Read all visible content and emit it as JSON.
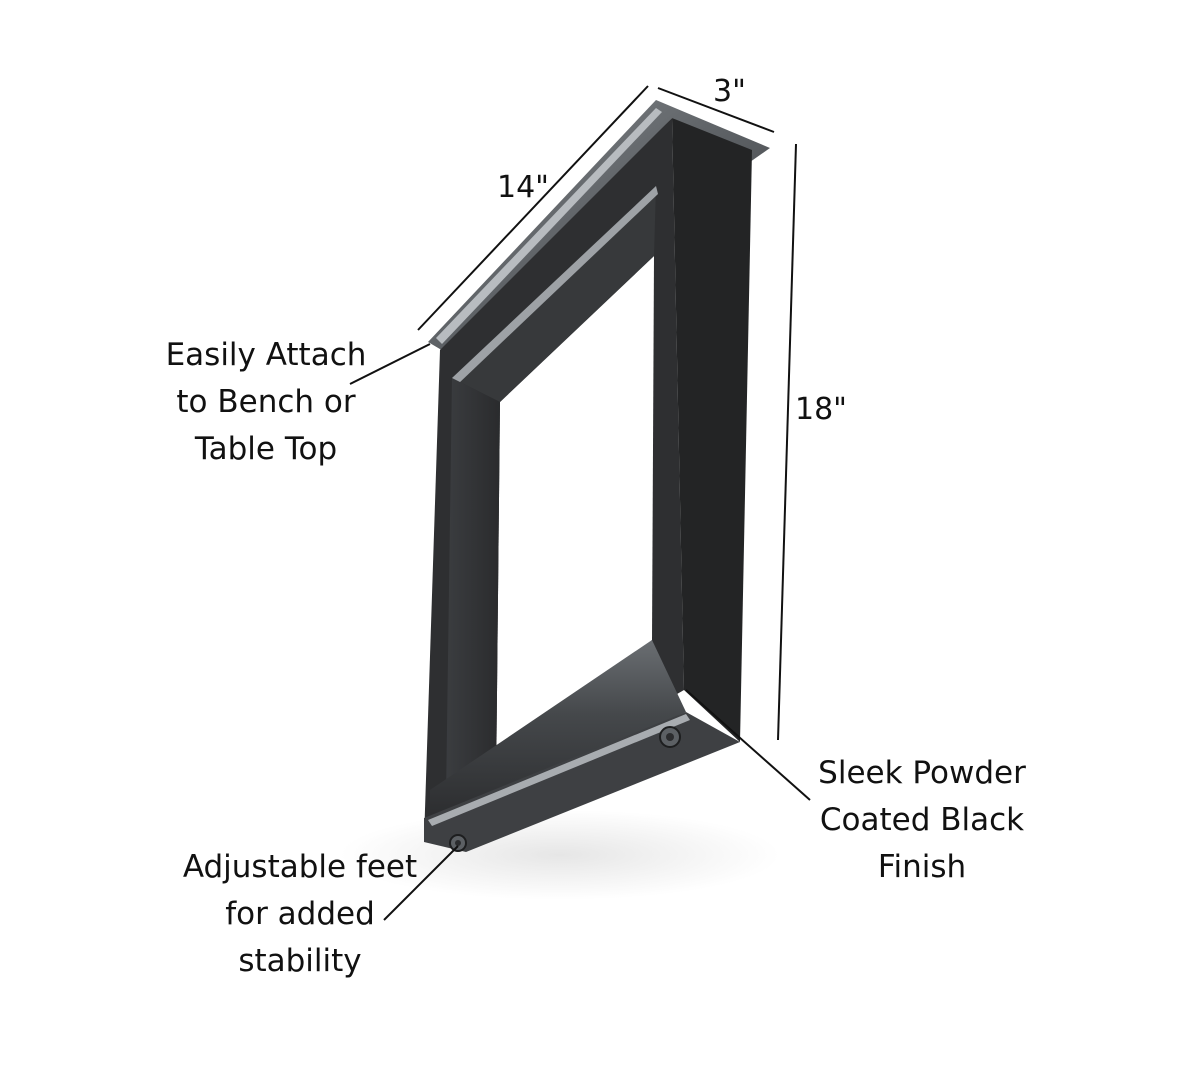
{
  "dimensions": {
    "depth": "3\"",
    "width": "14\"",
    "height": "18\""
  },
  "callouts": {
    "attach": [
      "Easily Attach",
      "to Bench or",
      "Table Top"
    ],
    "finish": [
      "Sleek Powder",
      "Coated Black",
      "Finish"
    ],
    "feet": [
      "Adjustable feet",
      "for added",
      "stability"
    ]
  },
  "colors": {
    "background": "#ffffff",
    "metal": "#2b2c2e",
    "metal_highlight": "#6e7276",
    "annotation": "#111111"
  }
}
